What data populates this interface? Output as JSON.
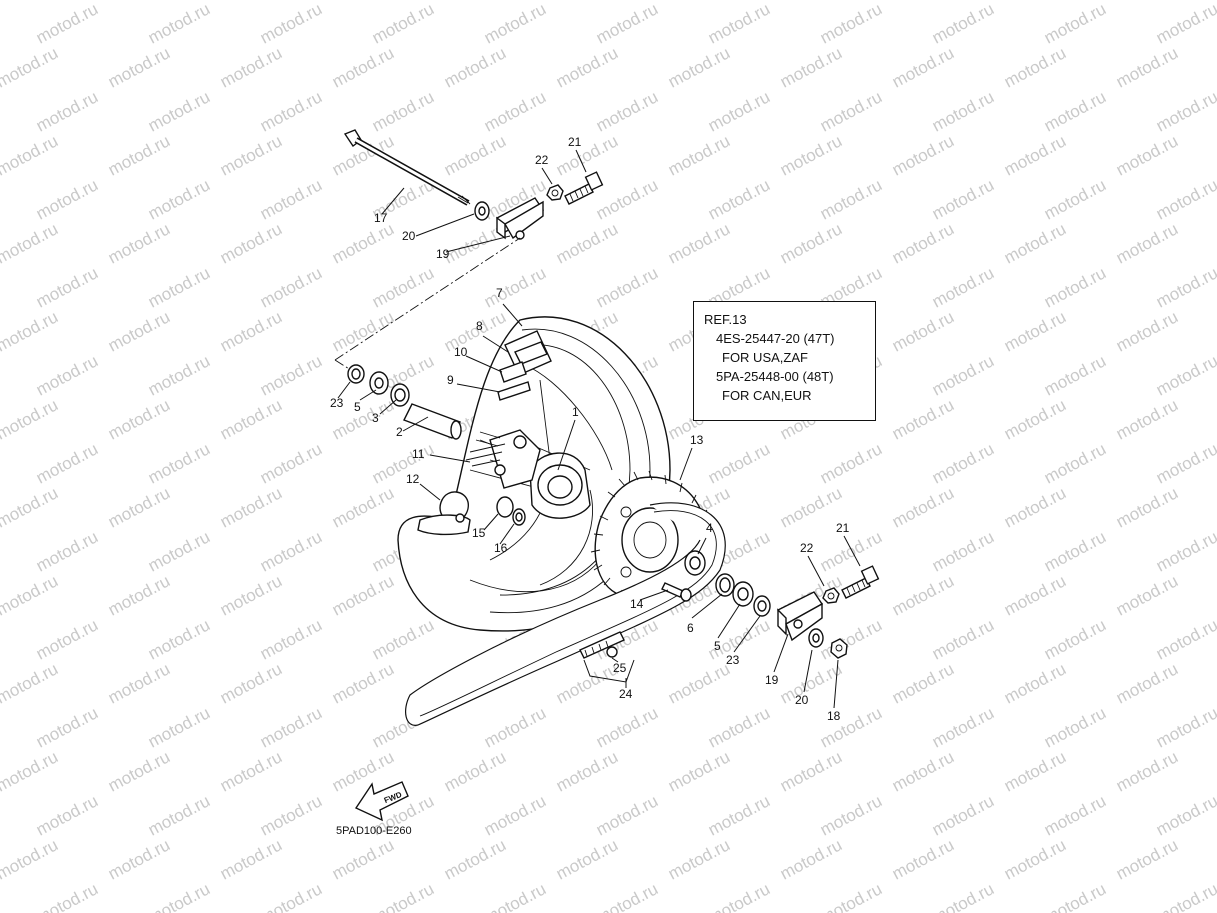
{
  "watermark_text": "motod.ru",
  "reference_box": {
    "title": "REF.13",
    "entries": [
      {
        "part_no": "4ES-25447-20 (47T)",
        "market": "FOR USA,ZAF"
      },
      {
        "part_no": "5PA-25448-00 (48T)",
        "market": "FOR CAN,EUR"
      }
    ]
  },
  "fwd_label": "FWD",
  "diagram_code": "5PAD100-E260",
  "part_labels": [
    "1",
    "2",
    "3",
    "4",
    "5",
    "5",
    "6",
    "7",
    "8",
    "9",
    "10",
    "11",
    "12",
    "13",
    "14",
    "15",
    "16",
    "17",
    "18",
    "19",
    "19",
    "20",
    "20",
    "21",
    "21",
    "22",
    "22",
    "23",
    "23",
    "24",
    "25"
  ]
}
